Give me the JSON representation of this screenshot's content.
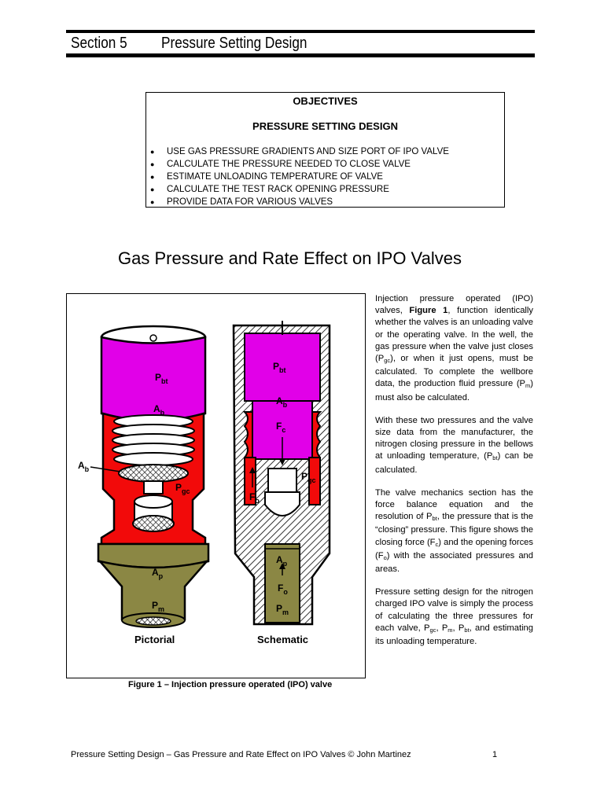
{
  "header": {
    "section": "Section 5",
    "title": "Pressure Setting Design"
  },
  "objectives": {
    "heading": "OBJECTIVES",
    "subheading": "PRESSURE SETTING DESIGN",
    "items": [
      "USE GAS PRESSURE GRADIENTS AND SIZE PORT OF IPO VALVE",
      "CALCULATE THE PRESSURE NEEDED TO CLOSE VALVE",
      "ESTIMATE UNLOADING TEMPERATURE OF VALVE",
      "CALCULATE THE TEST RACK OPENING PRESSURE",
      "PROVIDE DATA FOR VARIOUS VALVES"
    ]
  },
  "main_title": "Gas Pressure and Rate Effect on IPO Valves",
  "figure": {
    "caption": "Figure 1 – Injection pressure operated (IPO) valve",
    "pictorial_label": "Pictorial",
    "schematic_label": "Schematic",
    "labels": {
      "P": "P",
      "A": "A",
      "F": "F",
      "bt": "bt",
      "b": "b",
      "gc": "gc",
      "p": "p",
      "m": "m",
      "c": "c",
      "o": "o"
    },
    "colors": {
      "magenta": "#e100e8",
      "red": "#f20a0a",
      "olive": "#8b8744"
    }
  },
  "body": {
    "p1": {
      "t1": "Injection pressure operated (IPO) valves, ",
      "b1": "Figure 1",
      "t2": ", function identically whether the valves is an unloading valve or the operating valve.  In the well, the gas pressure when the valve just closes (P",
      "s1": "gc",
      "t3": "), or when it just opens, must be calculated.   To complete the wellbore data, the production fluid pressure (P",
      "s2": "m",
      "t4": ") must also be calculated."
    },
    "p2": {
      "t1": "With these two pressures and the valve size data from the manufacturer, the nitrogen closing pressure in the bellows at unloading temperature, (P",
      "s1": "bt",
      "t2": ") can be calculated."
    },
    "p3": {
      "t1": "The valve mechanics section has the force balance equation and the resolution of P",
      "s1": "bt",
      "t2": ", the pressure that is the “closing” pressure.   This figure shows the closing force (F",
      "s2": "c",
      "t3": ") and the opening forces (F",
      "s3": "o",
      "t4": ") with the associated pressures and areas."
    },
    "p4": {
      "t1": "Pressure setting design for the nitrogen charged IPO valve is simply the process of calculating the three pressures for each valve, P",
      "s1": "gc",
      "t2": ", P",
      "s2": "m",
      "t3": ", P",
      "s3": "bt",
      "t4": ", and estimating its unloading temperature."
    }
  },
  "footer": {
    "text": "Pressure Setting Design – Gas Pressure and Rate Effect on IPO Valves  © John Martinez",
    "page": "1"
  }
}
